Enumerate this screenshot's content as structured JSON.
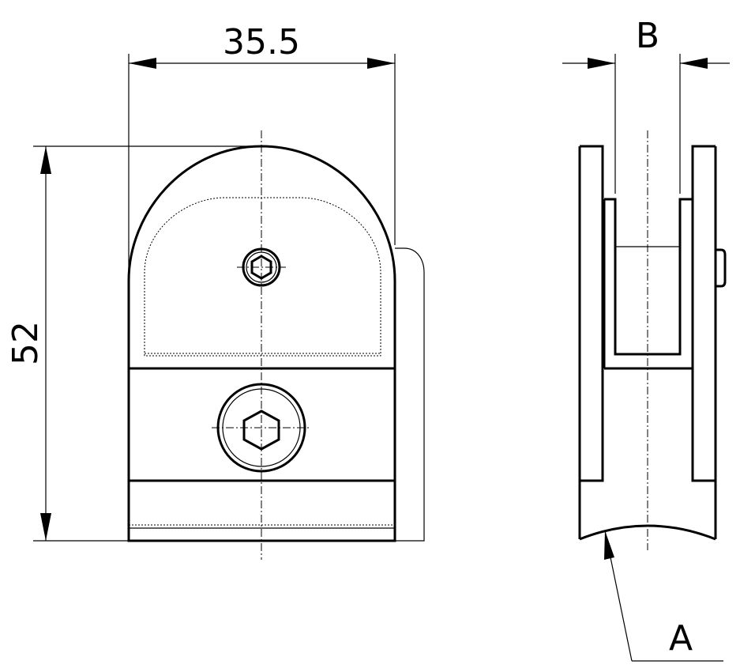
{
  "drawing": {
    "dimensions": {
      "width_front": "35.5",
      "height_front": "52",
      "side_width": "B",
      "radius_callout": "A"
    }
  }
}
